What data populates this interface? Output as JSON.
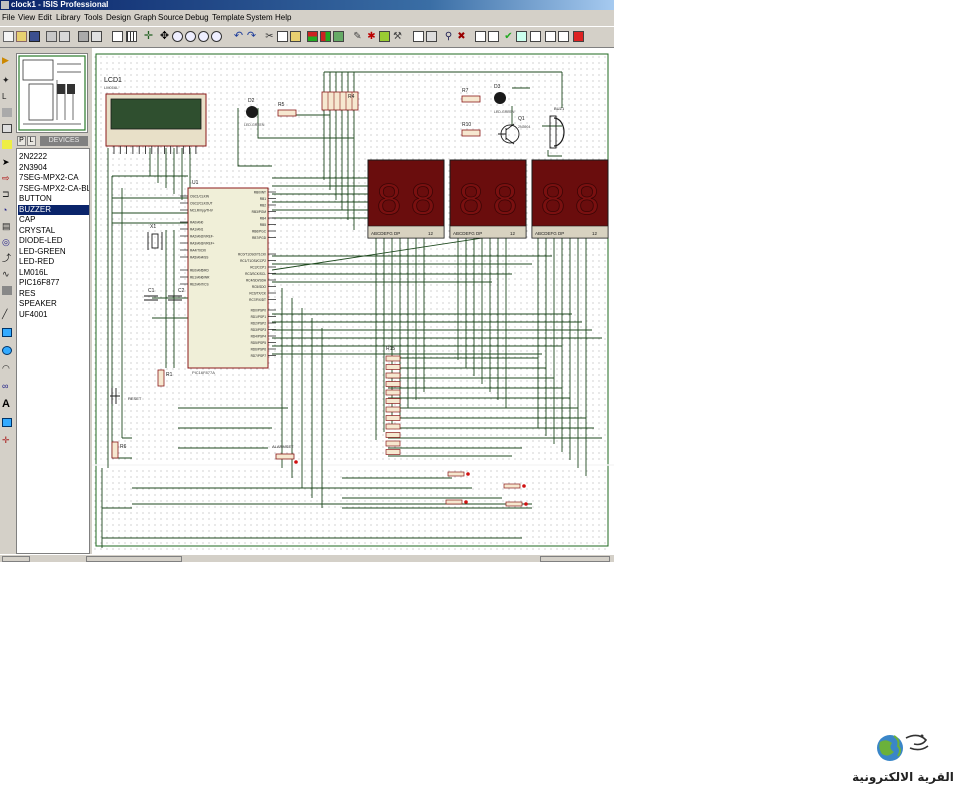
{
  "window": {
    "title": "clock1 - ISIS Professional"
  },
  "menu": [
    "File",
    "View",
    "Edit",
    "Library",
    "Tools",
    "Design",
    "Graph",
    "Source",
    "Debug",
    "Template",
    "System",
    "Help"
  ],
  "device_panel": {
    "tab_p": "P",
    "tab_l": "L",
    "header": "DEVICES",
    "items": [
      "2N2222",
      "2N3904",
      "7SEG-MPX2-CA",
      "7SEG-MPX2-CA-BLUE",
      "BUTTON",
      "BUZZER",
      "CAP",
      "CRYSTAL",
      "DIODE-LED",
      "LED-GREEN",
      "LED-RED",
      "LM016L",
      "PIC16F877",
      "RES",
      "SPEAKER",
      "UF4001"
    ],
    "selected": "BUZZER"
  },
  "schematic": {
    "lcd_label": "LCD1",
    "lcd_part": "LM016L",
    "mcu_label": "U1",
    "mcu_part": "PIC16F877A",
    "mcu_pins_left": [
      "OSC1/CLKIN",
      "OSC2/CLKOUT",
      "MCLR/Vpp/THV",
      "RA0/AN0",
      "RA1/AN1",
      "RA2/AN2/VREF-",
      "RA3/AN3/VREF+",
      "RA4/T0CKI",
      "RA5/AN4/SS",
      "RE0/AN5/RD",
      "RE1/AN6/WR",
      "RE2/AN7/CS"
    ],
    "mcu_pins_right": [
      "RB0/INT",
      "RB1",
      "RB2",
      "RB3/PGM",
      "RB4",
      "RB5",
      "RB6/PGC",
      "RB7/PGD",
      "RC0/T1OSO/T1CKI",
      "RC1/T1OSI/CCP2",
      "RC2/CCP1",
      "RC3/SCK/SCL",
      "RC4/SDI/SDA",
      "RC5/SDO",
      "RC6/TX/CK",
      "RC7/RX/DT",
      "RD0/PSP0",
      "RD1/PSP1",
      "RD2/PSP2",
      "RD3/PSP3",
      "RD4/PSP4",
      "RD5/PSP5",
      "RD6/PSP6",
      "RD7/PSP7"
    ],
    "seg_pin_label": "ABCDEFG  DP",
    "seg_pin_num": "12",
    "seg_digit": "8",
    "refs": {
      "d2": "D2",
      "d3": "D3",
      "r5": "R5",
      "r7": "R7",
      "r10": "R10",
      "r4": "R4",
      "q1": "Q1",
      "q1_part": "2N3904",
      "buzzer": "BUZ1",
      "x1": "X1",
      "c1": "C1",
      "c2": "C2",
      "r1": "R1",
      "r6": "R6",
      "r15": "R15",
      "reset": "RESET",
      "alarm": "ALARMSET",
      "led_green": "LED-GREEN"
    }
  },
  "logo": {
    "text": "القرية الالكترونية"
  },
  "colors": {
    "window_bg": "#d4d0c8",
    "title_bar": "#0a246a",
    "wire": "#1f4a1f",
    "component": "#8b1a1a",
    "seven_seg_body": "#6a0d0d",
    "lcd_screen": "#2f4f2f"
  }
}
